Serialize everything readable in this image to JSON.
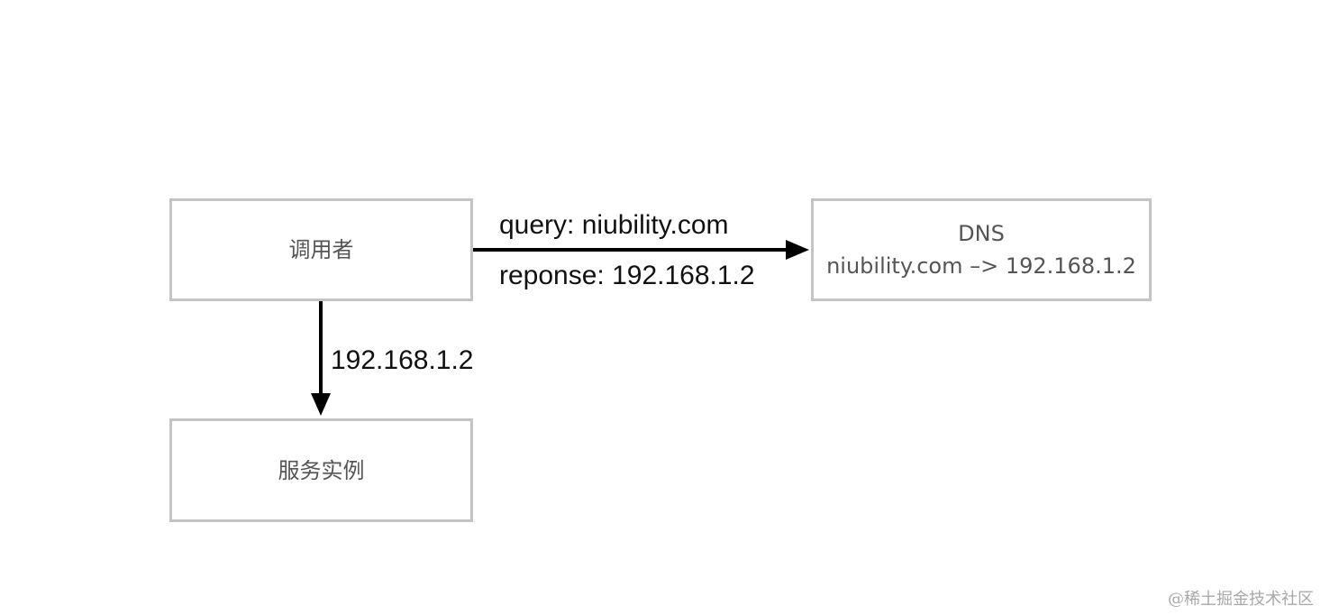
{
  "nodes": {
    "caller": {
      "label": "调用者"
    },
    "dns": {
      "title": "DNS",
      "record": "niubility.com –> 192.168.1.2"
    },
    "service_instance": {
      "label": "服务实例"
    }
  },
  "edges": {
    "query": "query: niubility.com",
    "response": "reponse: 192.168.1.2",
    "resolved_ip": "192.168.1.2"
  },
  "watermark": "@稀土掘金技术社区",
  "colors": {
    "node_border": "#c4c4c4",
    "node_text": "#555555",
    "edge": "#000000",
    "edge_label": "#111111"
  }
}
